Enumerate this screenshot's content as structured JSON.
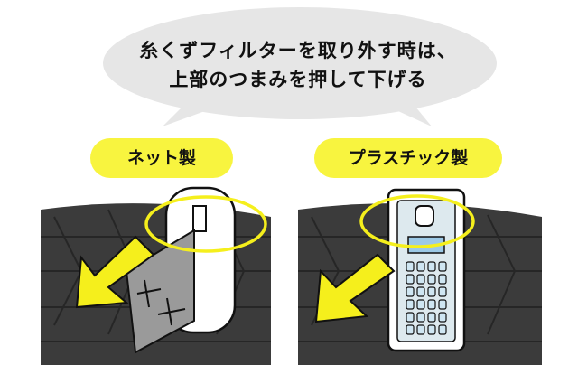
{
  "bubble": {
    "line1": "糸くずフィルターを取り外す時は、",
    "line2": "上部のつまみを押して下げる"
  },
  "labels": {
    "net": "ネット製",
    "plastic": "プラスチック製"
  },
  "colors": {
    "bubble": "#e6e6e6",
    "pill": "#f8f43f",
    "drum": "#3b3b3b",
    "arrow": "#f5ef1c"
  }
}
